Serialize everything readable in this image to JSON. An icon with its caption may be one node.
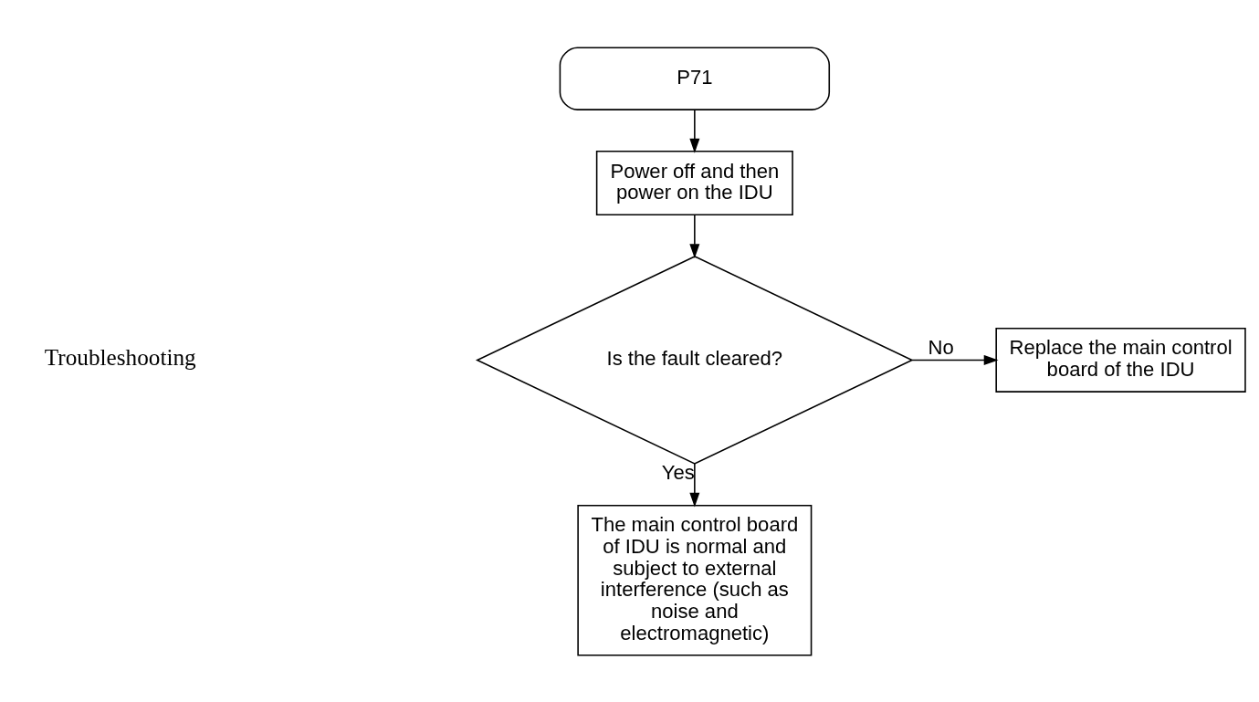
{
  "diagram": {
    "nodes": [
      {
        "text": [
          "P71"
        ]
      },
      {
        "text": [
          "Power off and then power on the IDU"
        ]
      },
      {
        "text": [
          "Is the fault cleared?"
        ]
      },
      {
        "text": [
          "Replace the main control board of the IDU"
        ]
      },
      {
        "text": [
          "The main control board of IDU is normal and subject to external interference (such as noise and electromagnetic)"
        ]
      }
    ],
    "edges": [
      {
        "from": 0,
        "to": 1,
        "arrow": "to"
      },
      {
        "from": 1,
        "to": 2,
        "arrow": "to"
      },
      {
        "from": 2,
        "to": 3,
        "arrow": "to",
        "label": "No"
      },
      {
        "from": 2,
        "to": 4,
        "arrow": "to",
        "label": "Yes"
      }
    ],
    "labels": [
      "Troubleshooting"
    ]
  }
}
